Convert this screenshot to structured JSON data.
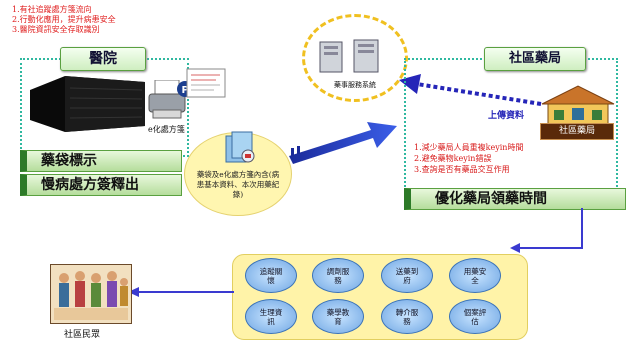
{
  "notes": [
    "1.有社追蹤處方箋流向",
    "2.行動化應用，提升病患安全",
    "3.醫院資訊安全存取識別"
  ],
  "hospital": {
    "title": "醫院",
    "prescription_label": "e化處方箋"
  },
  "left_bars": [
    "藥袋標示",
    "慢病處方簽釋出"
  ],
  "bubble_text": "藥袋及e化處方箋內含(病患基本資料、本次用藥紀錄)",
  "server_label": "藥事服務系統",
  "pharmacy": {
    "title": "社區藥局",
    "building_sign": "社區藥局",
    "upload_label": "上傳資料",
    "benefits": [
      "1.減少藥局人員重複keyin時間",
      "2.避免藥物keyin錯誤",
      "3.查詢是否有藥品交互作用"
    ],
    "bar": "優化藥局領藥時間"
  },
  "services": [
    "追蹤關懷",
    "調劑服務",
    "送藥到府",
    "用藥安全",
    "生理資訊",
    "藥學教育",
    "轉介服務",
    "個案評估"
  ],
  "residents_label": "社區民眾",
  "colors": {
    "note_red": "#e02020",
    "box_teal": "#2fb8a0",
    "arrow_blue": "#3a3ad0",
    "services_bg": "#fff3a8"
  }
}
